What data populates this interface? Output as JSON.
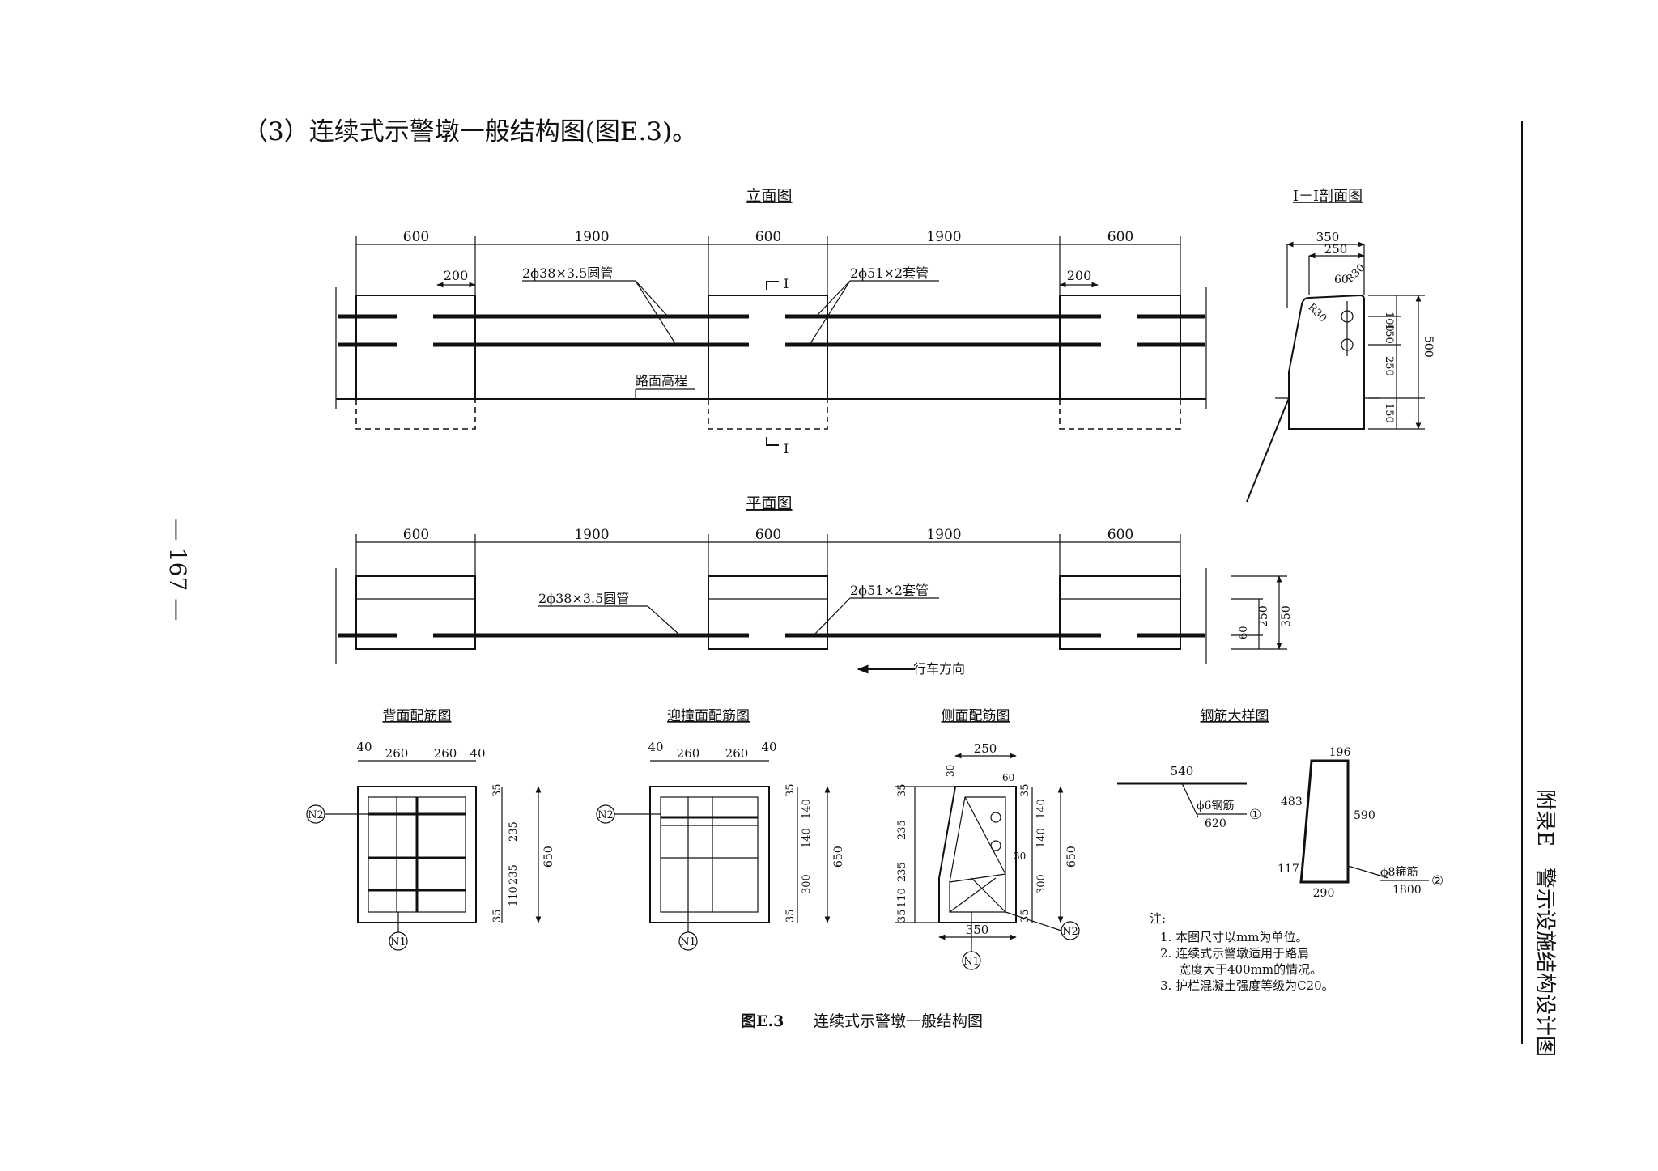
{
  "heading": "（3）连续式示警墩一般结构图(图E.3)。",
  "page_number": "— 167 —",
  "side_label": "附录E　警示设施结构设计图",
  "caption": {
    "fig_no": "图E.3",
    "title": "连续式示警墩一般结构图"
  },
  "elevation": {
    "title": "立面图",
    "dims": [
      "600",
      "1900",
      "600",
      "1900",
      "600"
    ],
    "gap_left": "200",
    "gap_right": "200",
    "pipe_label": "2ϕ38×3.5圆管",
    "sleeve_label": "2ϕ51×2套管",
    "road_label": "路面高程",
    "section_mark": "I"
  },
  "section": {
    "title": "I－I剖面图",
    "dims": {
      "width": "350",
      "top_width": "250",
      "offset": "60",
      "r_top": "R30",
      "r_side": "R30",
      "v1": "100",
      "v2": "150",
      "v3": "250",
      "v4": "150",
      "height": "500"
    }
  },
  "plan": {
    "title": "平面图",
    "dims": [
      "600",
      "1900",
      "600",
      "1900",
      "600"
    ],
    "pipe_label": "2ϕ38×3.5圆管",
    "sleeve_label": "2ϕ51×2套管",
    "side_dims": [
      "60",
      "250",
      "350"
    ],
    "direction": "行车方向"
  },
  "back_rebar": {
    "title": "背面配筋图",
    "top_dims": [
      "40",
      "260",
      "260",
      "40"
    ],
    "side_dims": [
      "35",
      "235",
      "235",
      "110",
      "35"
    ],
    "total": "650",
    "n1": "N1",
    "n2": "N2"
  },
  "front_rebar": {
    "title": "迎撞面配筋图",
    "top_dims": [
      "40",
      "260",
      "260",
      "40"
    ],
    "side_dims": [
      "35",
      "140",
      "140",
      "300",
      "35"
    ],
    "total": "650",
    "n1": "N1",
    "n2": "N2"
  },
  "side_rebar": {
    "title": "侧面配筋图",
    "top_dim": "250",
    "small_dims": [
      "30",
      "60",
      "30"
    ],
    "left_dims": [
      "35",
      "235",
      "235",
      "35",
      "110"
    ],
    "right_dims": [
      "35",
      "140",
      "140",
      "300",
      "35"
    ],
    "total": "650",
    "bottom_dim": "350",
    "n1": "N1",
    "n2": "N2"
  },
  "detail": {
    "title": "钢筋大样图",
    "bar1": {
      "len": "540",
      "label": "ϕ6钢筋",
      "total": "620",
      "mark": "①"
    },
    "bar2": {
      "top": "196",
      "left": "483",
      "right": "590",
      "bottom_left": "117",
      "bottom": "290",
      "label": "ϕ8箍筋",
      "total": "1800",
      "mark": "②"
    }
  },
  "notes": {
    "title": "注:",
    "items": [
      "1. 本图尺寸以mm为单位。",
      "2. 连续式示警墩适用于路肩",
      "宽度大于400mm的情况。",
      "3. 护栏混凝土强度等级为C20。"
    ]
  }
}
